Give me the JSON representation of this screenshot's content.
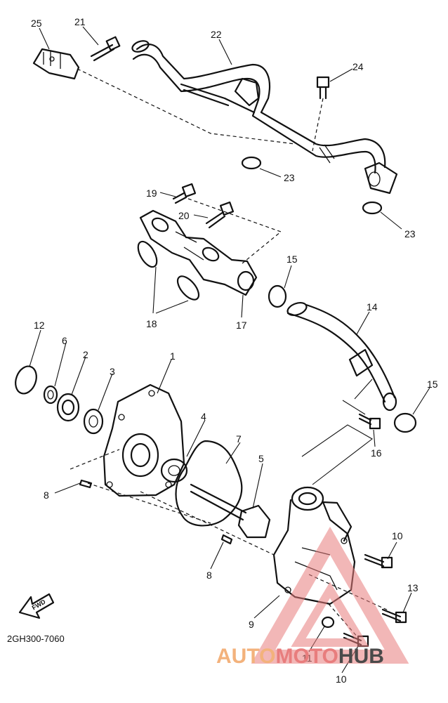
{
  "diagram": {
    "part_numbers": [
      "25",
      "21",
      "22",
      "24",
      "23",
      "23",
      "19",
      "20",
      "15",
      "18",
      "17",
      "14",
      "12",
      "6",
      "2",
      "3",
      "1",
      "4",
      "7",
      "5",
      "15",
      "16",
      "8",
      "10",
      "8",
      "13",
      "9",
      "11",
      "10"
    ],
    "fwd_label": "FWD",
    "drawing_code": "2GH300-7060"
  },
  "watermark": {
    "part1": "AUTO",
    "part2": "MOTO",
    "part3": "HUB",
    "colors": {
      "auto": "#f3b27c",
      "moto": "#e87d7d",
      "hub": "#4a4a4a",
      "triangle": "#e87d7d"
    }
  }
}
